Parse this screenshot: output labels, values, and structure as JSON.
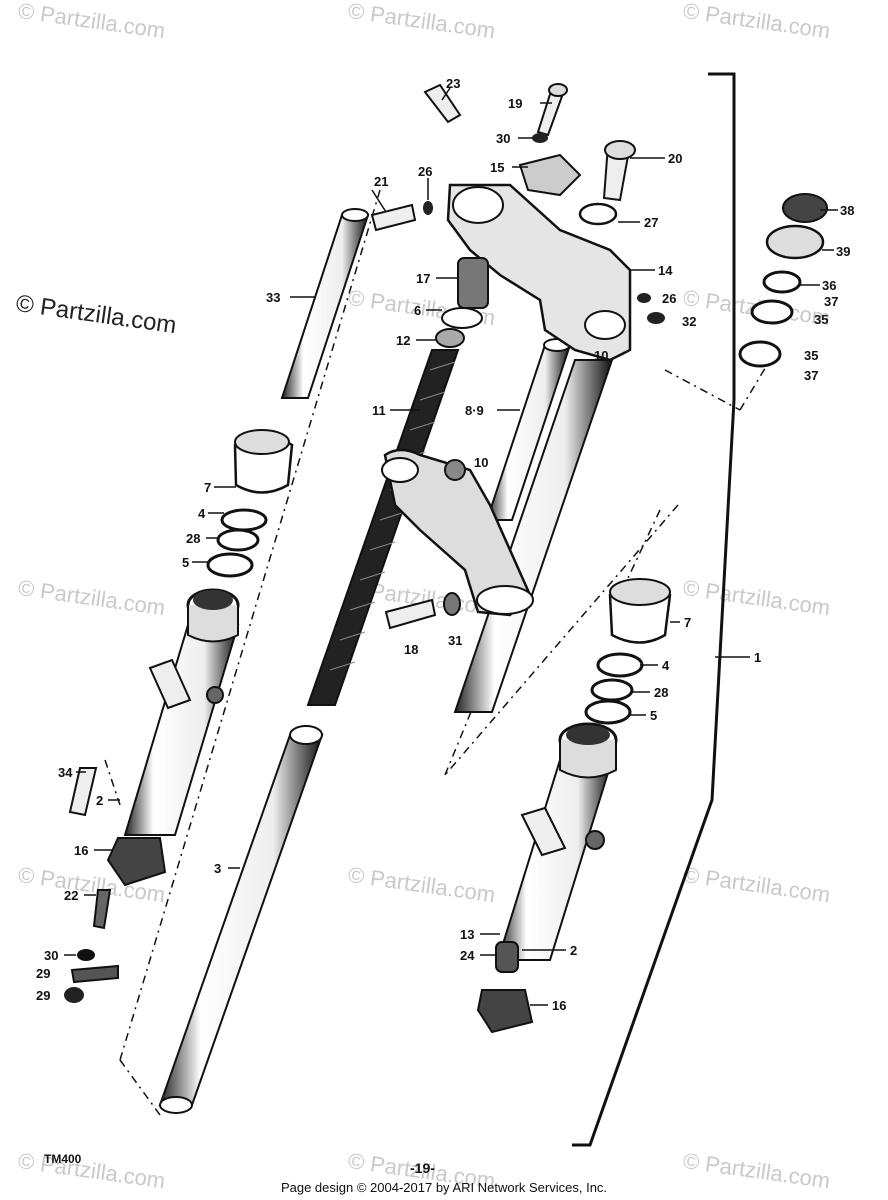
{
  "watermark": "© Partzilla.com",
  "page_number": "-19-",
  "diagram_code": "TM400",
  "copyright": "Page design © 2004-2017 by ARI Network Services, Inc.",
  "labels": {
    "l23": "23",
    "l19": "19",
    "l30a": "30",
    "l15": "15",
    "l20": "20",
    "l21": "21",
    "l26a": "26",
    "l27": "27",
    "l38": "38",
    "l39": "39",
    "l36": "36",
    "l37a": "37",
    "l35a": "35",
    "l35b": "35",
    "l37b": "37",
    "l17": "17",
    "l14": "14",
    "l6": "6",
    "l26b": "26",
    "l32": "32",
    "l12": "12",
    "l33": "33",
    "l11": "11",
    "l89": "8·9",
    "l10a": "10",
    "l10b": "10",
    "l7a": "7",
    "l4a": "4",
    "l28a": "28",
    "l5a": "5",
    "l18": "18",
    "l31": "31",
    "l7b": "7",
    "l1": "1",
    "l4b": "4",
    "l28b": "28",
    "l5b": "5",
    "l34": "34",
    "l2a": "2",
    "l16a": "16",
    "l3": "3",
    "l22": "22",
    "l30b": "30",
    "l29a": "29",
    "l29b": "29",
    "l13": "13",
    "l24": "24",
    "l2b": "2",
    "l16b": "16"
  }
}
